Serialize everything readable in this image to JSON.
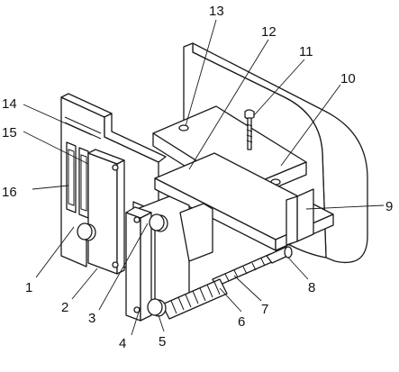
{
  "figure": {
    "callouts": [
      {
        "id": "c1",
        "text": "1"
      },
      {
        "id": "c2",
        "text": "2"
      },
      {
        "id": "c3",
        "text": "3"
      },
      {
        "id": "c4",
        "text": "4"
      },
      {
        "id": "c5",
        "text": "5"
      },
      {
        "id": "c6",
        "text": "6"
      },
      {
        "id": "c7",
        "text": "7"
      },
      {
        "id": "c8",
        "text": "8"
      },
      {
        "id": "c9",
        "text": "9"
      },
      {
        "id": "c10",
        "text": "10"
      },
      {
        "id": "c11",
        "text": "11"
      },
      {
        "id": "c12",
        "text": "12"
      },
      {
        "id": "c13",
        "text": "13"
      },
      {
        "id": "c14",
        "text": "14"
      },
      {
        "id": "c15",
        "text": "15"
      },
      {
        "id": "c16",
        "text": "16"
      }
    ]
  }
}
